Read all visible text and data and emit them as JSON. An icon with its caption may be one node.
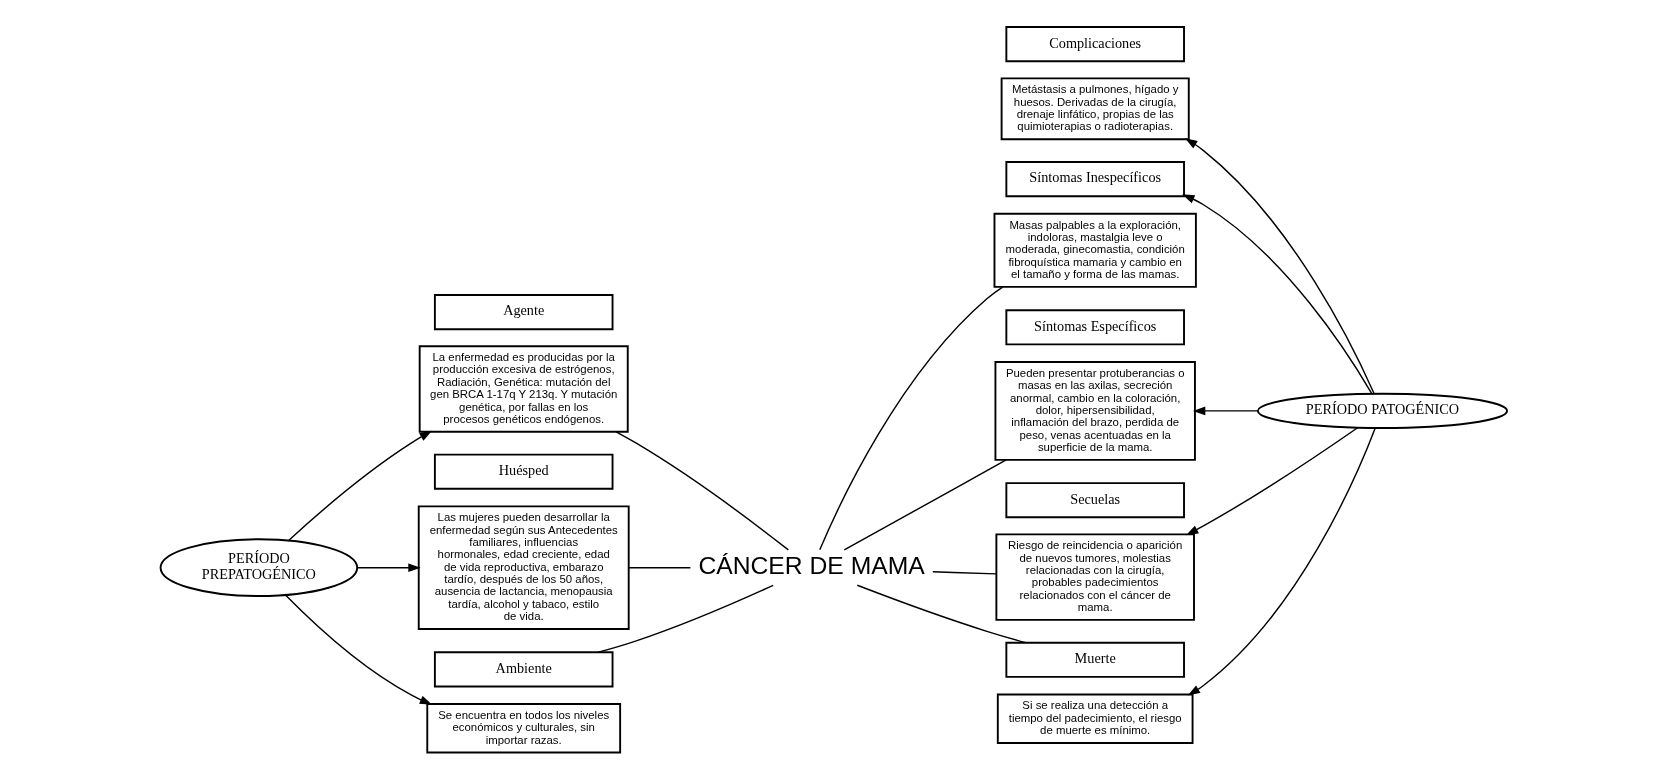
{
  "diagram": {
    "nodes": [
      {
        "text": [
          "PERÍODO PREPATOGÉNICO"
        ]
      },
      {
        "text": [
          "Agente"
        ]
      },
      {
        "text": [
          "La enfermedad es producidas por la producción excesiva de estrógenos, Radiación, Genética: mutación del gen BRCA 1-17q Y 213q. Y mutación genética, por fallas en los procesos genéticos endógenos."
        ]
      },
      {
        "text": [
          "Huésped"
        ]
      },
      {
        "text": [
          "Las mujeres pueden desarrollar la enfermedad según sus Antecedentes familiares, influencias hormonales, edad creciente, edad de vida reproductiva, embarazo tardío, después de los 50 años, ausencia de lactancia, menopausia tardía, alcohol y tabaco, estilo de vida."
        ]
      },
      {
        "text": [
          "Ambiente"
        ]
      },
      {
        "text": [
          "Se encuentra en todos los niveles económicos y culturales, sin importar razas."
        ]
      },
      {
        "text": [
          "Síntomas Inespecíficos"
        ]
      },
      {
        "text": [
          "Masas palpables a la exploración, indoloras, mastalgia leve o moderada, ginecomastia, condición fibroquística mamaria y cambio en el tamaño y forma de las mamas."
        ]
      },
      {
        "text": [
          "PERÍODO PATOGÉNICO"
        ]
      },
      {
        "text": [
          "Síntomas Específicos"
        ]
      },
      {
        "text": [
          "Pueden presentar protuberancias o masas en las axilas, secreción anormal, cambio en la coloración, dolor, hipersensibilidad, inflamación del brazo, perdida de peso, venas acentuadas en la superficie de la mama."
        ]
      },
      {
        "text": [
          "Secuelas"
        ]
      },
      {
        "text": [
          "Riesgo de reincidencia o aparición de nuevos tumores, molestias relacionadas con la cirugía, probables padecimientos relacionados con el cáncer de mama."
        ]
      },
      {
        "text": [
          "Complicaciones"
        ]
      },
      {
        "text": [
          "Metástasis a pulmones, hígado y huesos. Derivadas de la cirugía, drenaje linfático, propias de las quimioterapias o radioterapias."
        ]
      },
      {
        "text": [
          "Muerte"
        ]
      },
      {
        "text": [
          "Si se realiza una detección a tiempo del padecimiento, el riesgo de muerte es mínimo."
        ]
      },
      {
        "text": [
          "CÁNCER DE MAMA"
        ]
      }
    ],
    "edges": [
      {
        "from": 0,
        "to": 2,
        "arrow": "to"
      },
      {
        "from": 0,
        "to": 4,
        "arrow": "to"
      },
      {
        "from": 0,
        "to": 6,
        "arrow": "to"
      },
      {
        "from": 9,
        "to": 7,
        "arrow": "to"
      },
      {
        "from": 9,
        "to": 11,
        "arrow": "to"
      },
      {
        "from": 9,
        "to": 13,
        "arrow": "to"
      },
      {
        "from": 9,
        "to": 15,
        "arrow": "to"
      },
      {
        "from": 9,
        "to": 17,
        "arrow": "to"
      },
      {
        "from": 2,
        "to": 18,
        "arrow": "none"
      },
      {
        "from": 4,
        "to": 18,
        "arrow": "none"
      },
      {
        "from": 5,
        "to": 18,
        "arrow": "none"
      },
      {
        "from": 18,
        "to": 8,
        "arrow": "none"
      },
      {
        "from": 18,
        "to": 11,
        "arrow": "none"
      },
      {
        "from": 18,
        "to": 13,
        "arrow": "none"
      },
      {
        "from": 18,
        "to": 16,
        "arrow": "none"
      }
    ]
  }
}
